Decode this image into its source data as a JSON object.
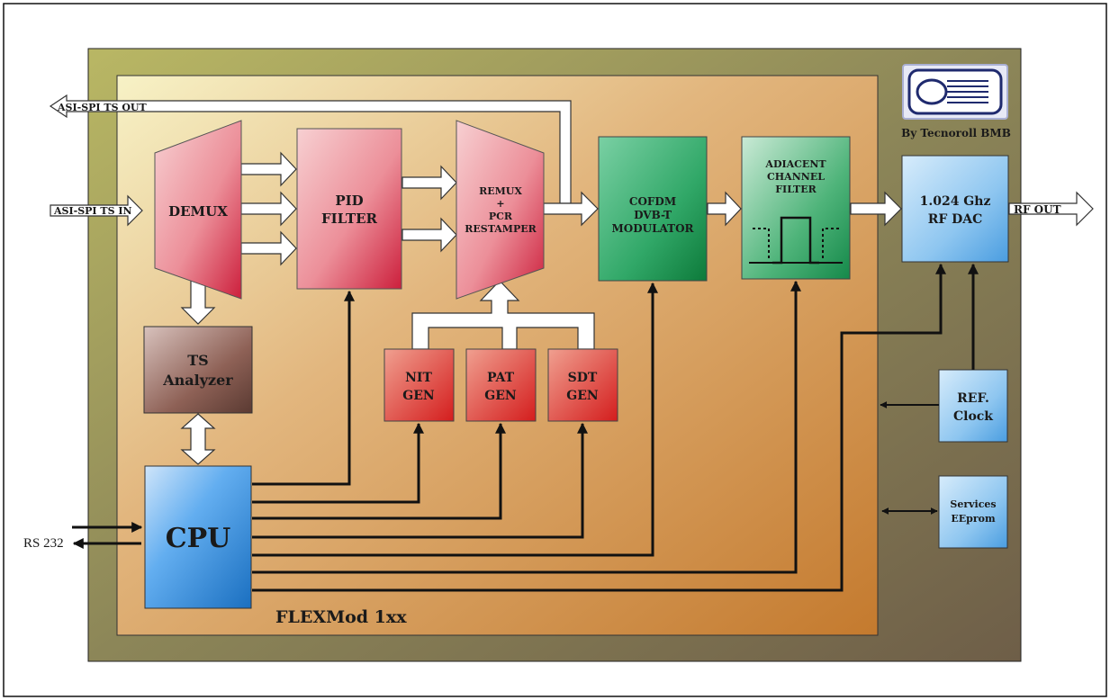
{
  "blocks": {
    "demux": {
      "label": "DEMUX"
    },
    "pid_filter": {
      "line1": "PID",
      "line2": "FILTER"
    },
    "remux": {
      "line1": "REMUX",
      "line2": "+",
      "line3": "PCR",
      "line4": "RESTAMPER"
    },
    "cofdm": {
      "line1": "COFDM",
      "line2": "DVB-T",
      "line3": "MODULATOR"
    },
    "channel_filter": {
      "line1": "ADIACENT",
      "line2": "CHANNEL",
      "line3": "FILTER"
    },
    "rf_dac": {
      "line1": "1.024 Ghz",
      "line2": "RF DAC"
    },
    "ts_analyzer": {
      "line1": "TS",
      "line2": "Analyzer"
    },
    "nit_gen": {
      "line1": "NIT",
      "line2": "GEN"
    },
    "pat_gen": {
      "line1": "PAT",
      "line2": "GEN"
    },
    "sdt_gen": {
      "line1": "SDT",
      "line2": "GEN"
    },
    "cpu": {
      "label": "CPU"
    },
    "ref_clock": {
      "line1": "REF.",
      "line2": "Clock"
    },
    "services_eeprom": {
      "line1": "Services",
      "line2": "EEprom"
    }
  },
  "io": {
    "ts_out": "ASI-SPI   TS OUT",
    "ts_in": "ASI-SPI   TS IN",
    "rf_out": "RF OUT",
    "rs232": "RS 232"
  },
  "board_title": "FLEXMod 1xx",
  "logo_caption": "By Tecnoroll BMB",
  "colors": {
    "outer_board": "#8a8a55",
    "inner_board": "#d6a060",
    "red_blocks": "#d83a4a",
    "green_blocks": "#2f9a5a",
    "blue_blocks": "#3a8fd8",
    "brown_block": "#7a4a3e"
  }
}
